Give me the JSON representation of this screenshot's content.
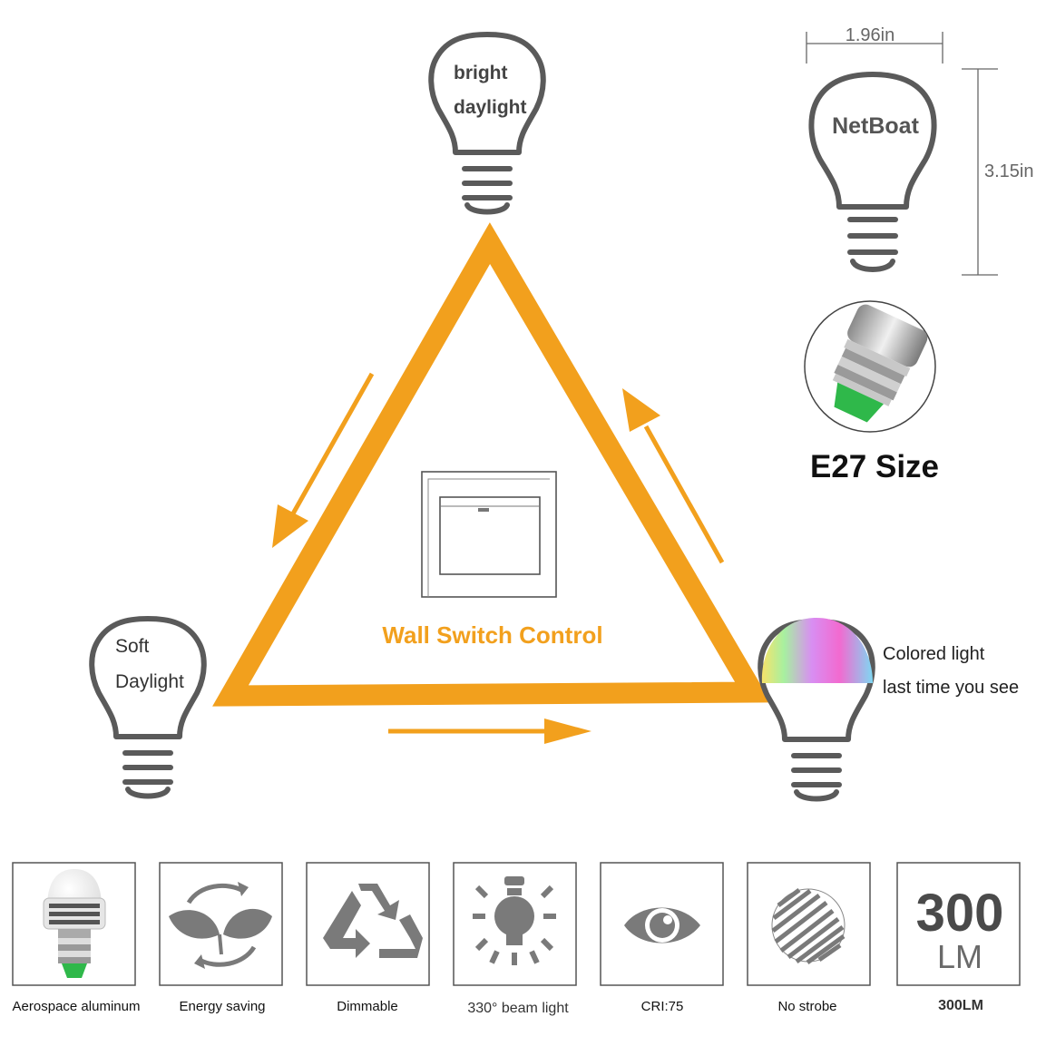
{
  "diagram": {
    "center_label": "Wall Switch Control",
    "bulbs": {
      "top": {
        "line1": "bright",
        "line2": "daylight"
      },
      "left": {
        "line1": "Soft",
        "line2": "Daylight"
      },
      "right": {
        "line1": "Colored light",
        "line2": "last time you see"
      }
    }
  },
  "size_info": {
    "brand": "NetBoat",
    "width": "1.96in",
    "height": "3.15in",
    "base": "E27 Size"
  },
  "features": [
    {
      "label": "Aerospace aluminum",
      "icon": "bulb-photo-icon"
    },
    {
      "label": "Energy saving",
      "icon": "leaf-recycle-icon"
    },
    {
      "label": "Dimmable",
      "icon": "recycle-triangle-icon"
    },
    {
      "label": "330° beam light",
      "icon": "beam-bulb-icon"
    },
    {
      "label": "CRI:75",
      "icon": "eye-icon"
    },
    {
      "label": "No strobe",
      "icon": "striped-circle-icon"
    },
    {
      "label": "300LM",
      "icon": "lumen-icon",
      "big_value": "300",
      "big_unit": "LM"
    }
  ],
  "colors": {
    "orange": "#f2a01d",
    "outline_gray": "#5a5a5a",
    "icon_gray": "#7a7a7a"
  }
}
